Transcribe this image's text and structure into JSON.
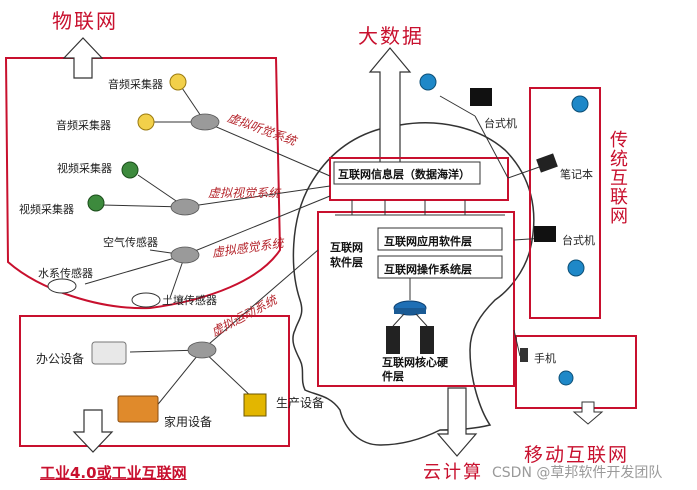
{
  "titles": {
    "iot": "物联网",
    "bigdata": "大数据",
    "traditional_internet": "传统互联网",
    "mobile_internet": "移动互联网",
    "cloud": "云计算",
    "industry": "工业4.0或工业互联网"
  },
  "watermark": "CSDN @草邦软件开发团队",
  "iot_devices": {
    "audio1": "音频采集器",
    "audio2": "音频采集器",
    "video1": "视频采集器",
    "video2": "视频采集器",
    "air": "空气传感器",
    "water": "水系传感器",
    "soil": "土壤传感器"
  },
  "virtual_systems": {
    "hearing": "虚拟听觉系统",
    "vision": "虚拟视觉系统",
    "sensing": "虚拟感觉系统",
    "motion": "虚拟运动系统"
  },
  "industry_devices": {
    "office": "办公设备",
    "home": "家用设备",
    "production": "生产设备"
  },
  "internet_devices": {
    "desktop1": "台式机",
    "laptop": "笔记本",
    "desktop2": "台式机",
    "phone": "手机"
  },
  "brain": {
    "info_layer": "互联网信息层（数据海洋）",
    "software_layer": "互联网软件层",
    "app_layer": "互联网应用软件层",
    "os_layer": "互联网操作系统层",
    "hardware_layer": "互联网核心硬件层"
  },
  "colors": {
    "red": "#c8102e",
    "node": "#9a9a9a",
    "line": "#333333"
  }
}
